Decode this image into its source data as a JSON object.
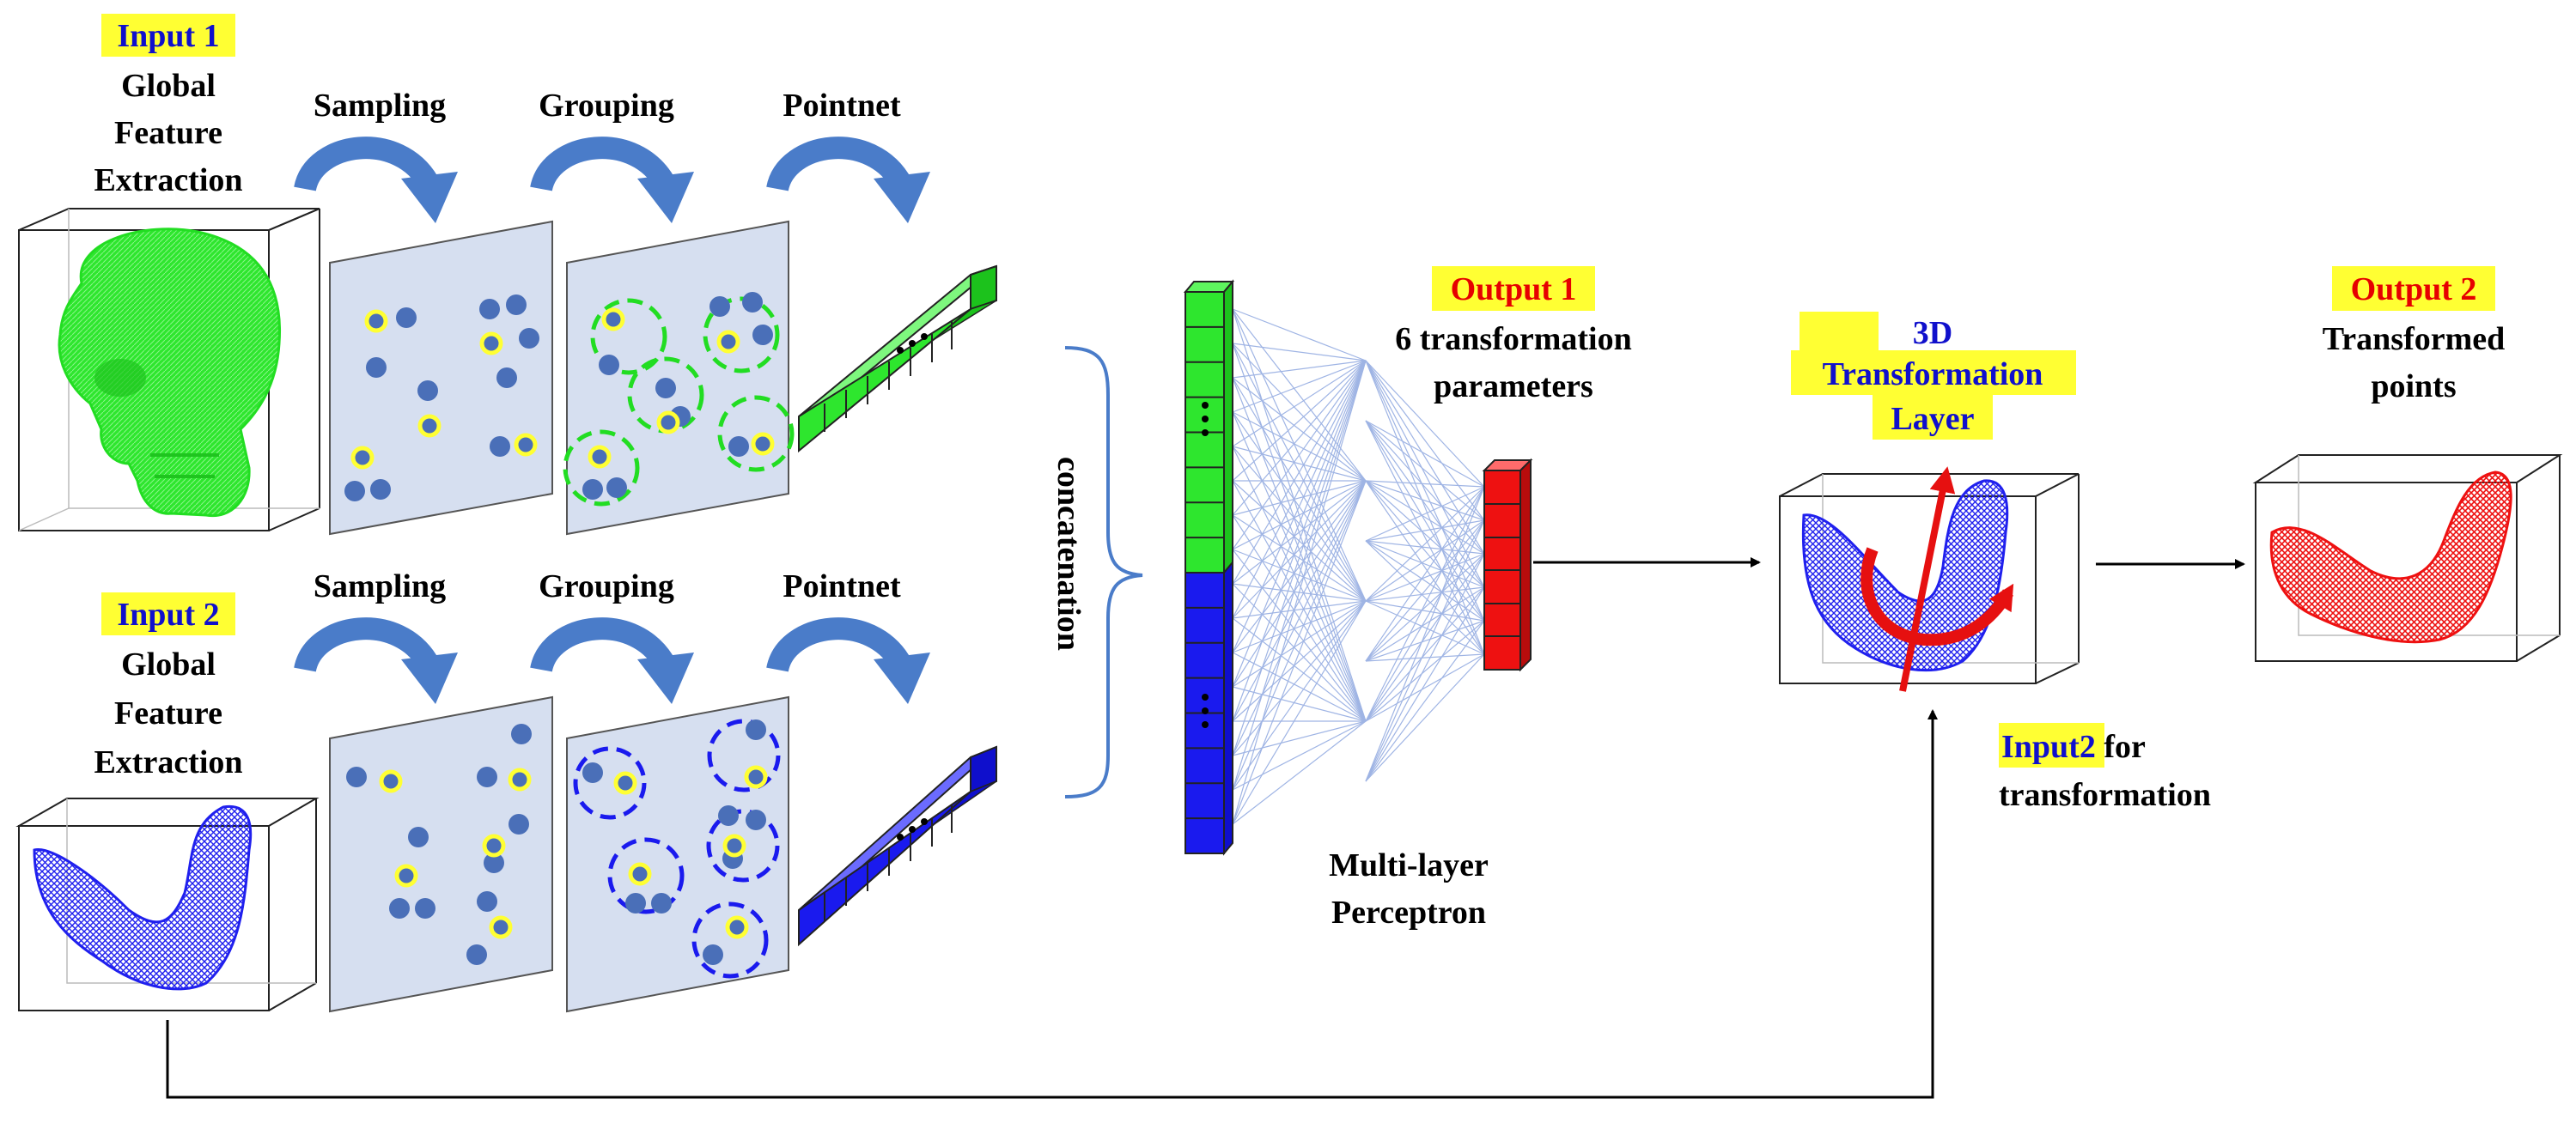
{
  "input1": {
    "tag": "Input 1",
    "line1": "Global",
    "line2": "Feature",
    "line3": "Extraction"
  },
  "input2": {
    "tag": "Input 2",
    "line1": "Global",
    "line2": "Feature",
    "line3": "Extraction"
  },
  "steps": {
    "sampling": "Sampling",
    "grouping": "Grouping",
    "pointnet": "Pointnet"
  },
  "concatenation": "concatenation",
  "mlp": {
    "line1": "Multi-layer",
    "line2": "Perceptron"
  },
  "output1": {
    "tag": "Output 1",
    "line1": "6 transformation",
    "line2": "parameters"
  },
  "transform_layer": {
    "line1": "3D",
    "line2": "Transformation",
    "line3": "Layer"
  },
  "output2": {
    "tag": "Output 2",
    "line1": "Transformed",
    "line2": "points"
  },
  "input2_note": {
    "tag": "Input2",
    "rest": " for",
    "line2": "transformation"
  },
  "colors": {
    "green": "#22e622",
    "blue": "#1a1aee",
    "red": "#ee1111",
    "highlight": "#ffff33",
    "panel": "#d6dff0",
    "dot": "#4a6fb8",
    "arrow": "#4a7cc9"
  }
}
